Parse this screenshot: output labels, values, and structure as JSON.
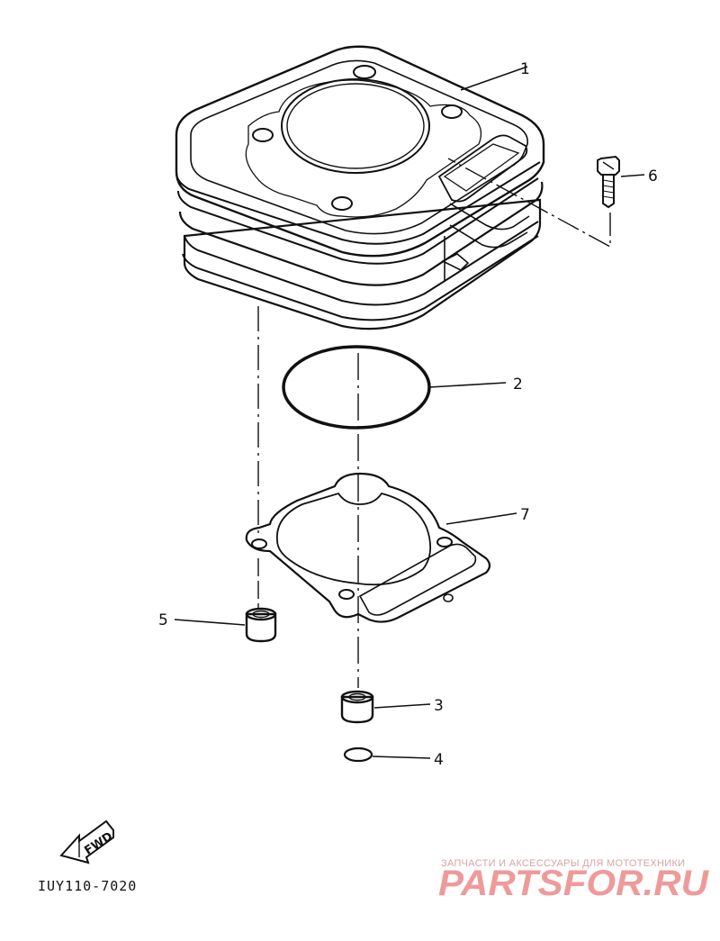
{
  "callouts": {
    "c1": "1",
    "c2": "2",
    "c3": "3",
    "c4": "4",
    "c5": "5",
    "c6": "6",
    "c7": "7"
  },
  "fwd_label": "FWD",
  "diagram_code": "IUY110-7020",
  "watermark": {
    "tagline": "ЗАПЧАСТИ И АКСЕССУАРЫ ДЛЯ МОТОТЕХНИКИ",
    "brand": "PARTSFOR.RU",
    "color": "#ef9a9a"
  }
}
